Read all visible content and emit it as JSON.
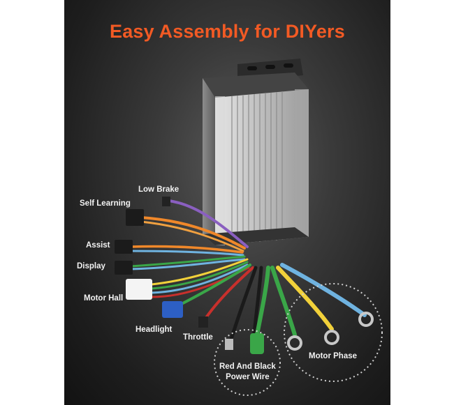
{
  "headline": "Easy Assembly for DIYers",
  "labels": {
    "low_brake": "Low Brake",
    "self_learning": "Self Learning",
    "assist": "Assist",
    "display": "Display",
    "motor_hall": "Motor Hall",
    "headlight": "Headlight",
    "throttle": "Throttle",
    "power_wire_line1": "Red And Black",
    "power_wire_line2": "Power Wire",
    "motor_phase": "Motor Phase"
  },
  "colors": {
    "headline": "#f25a24",
    "background_dark": "#1e1e1e",
    "housing": "#c9c9c9",
    "wire_purple": "#8a5fc0",
    "wire_orange": "#f0882a",
    "wire_blue": "#6fb3e0",
    "wire_green": "#3aa648",
    "wire_yellow": "#f2d13a",
    "wire_red": "#c8302c",
    "wire_black": "#1a1a1a"
  }
}
